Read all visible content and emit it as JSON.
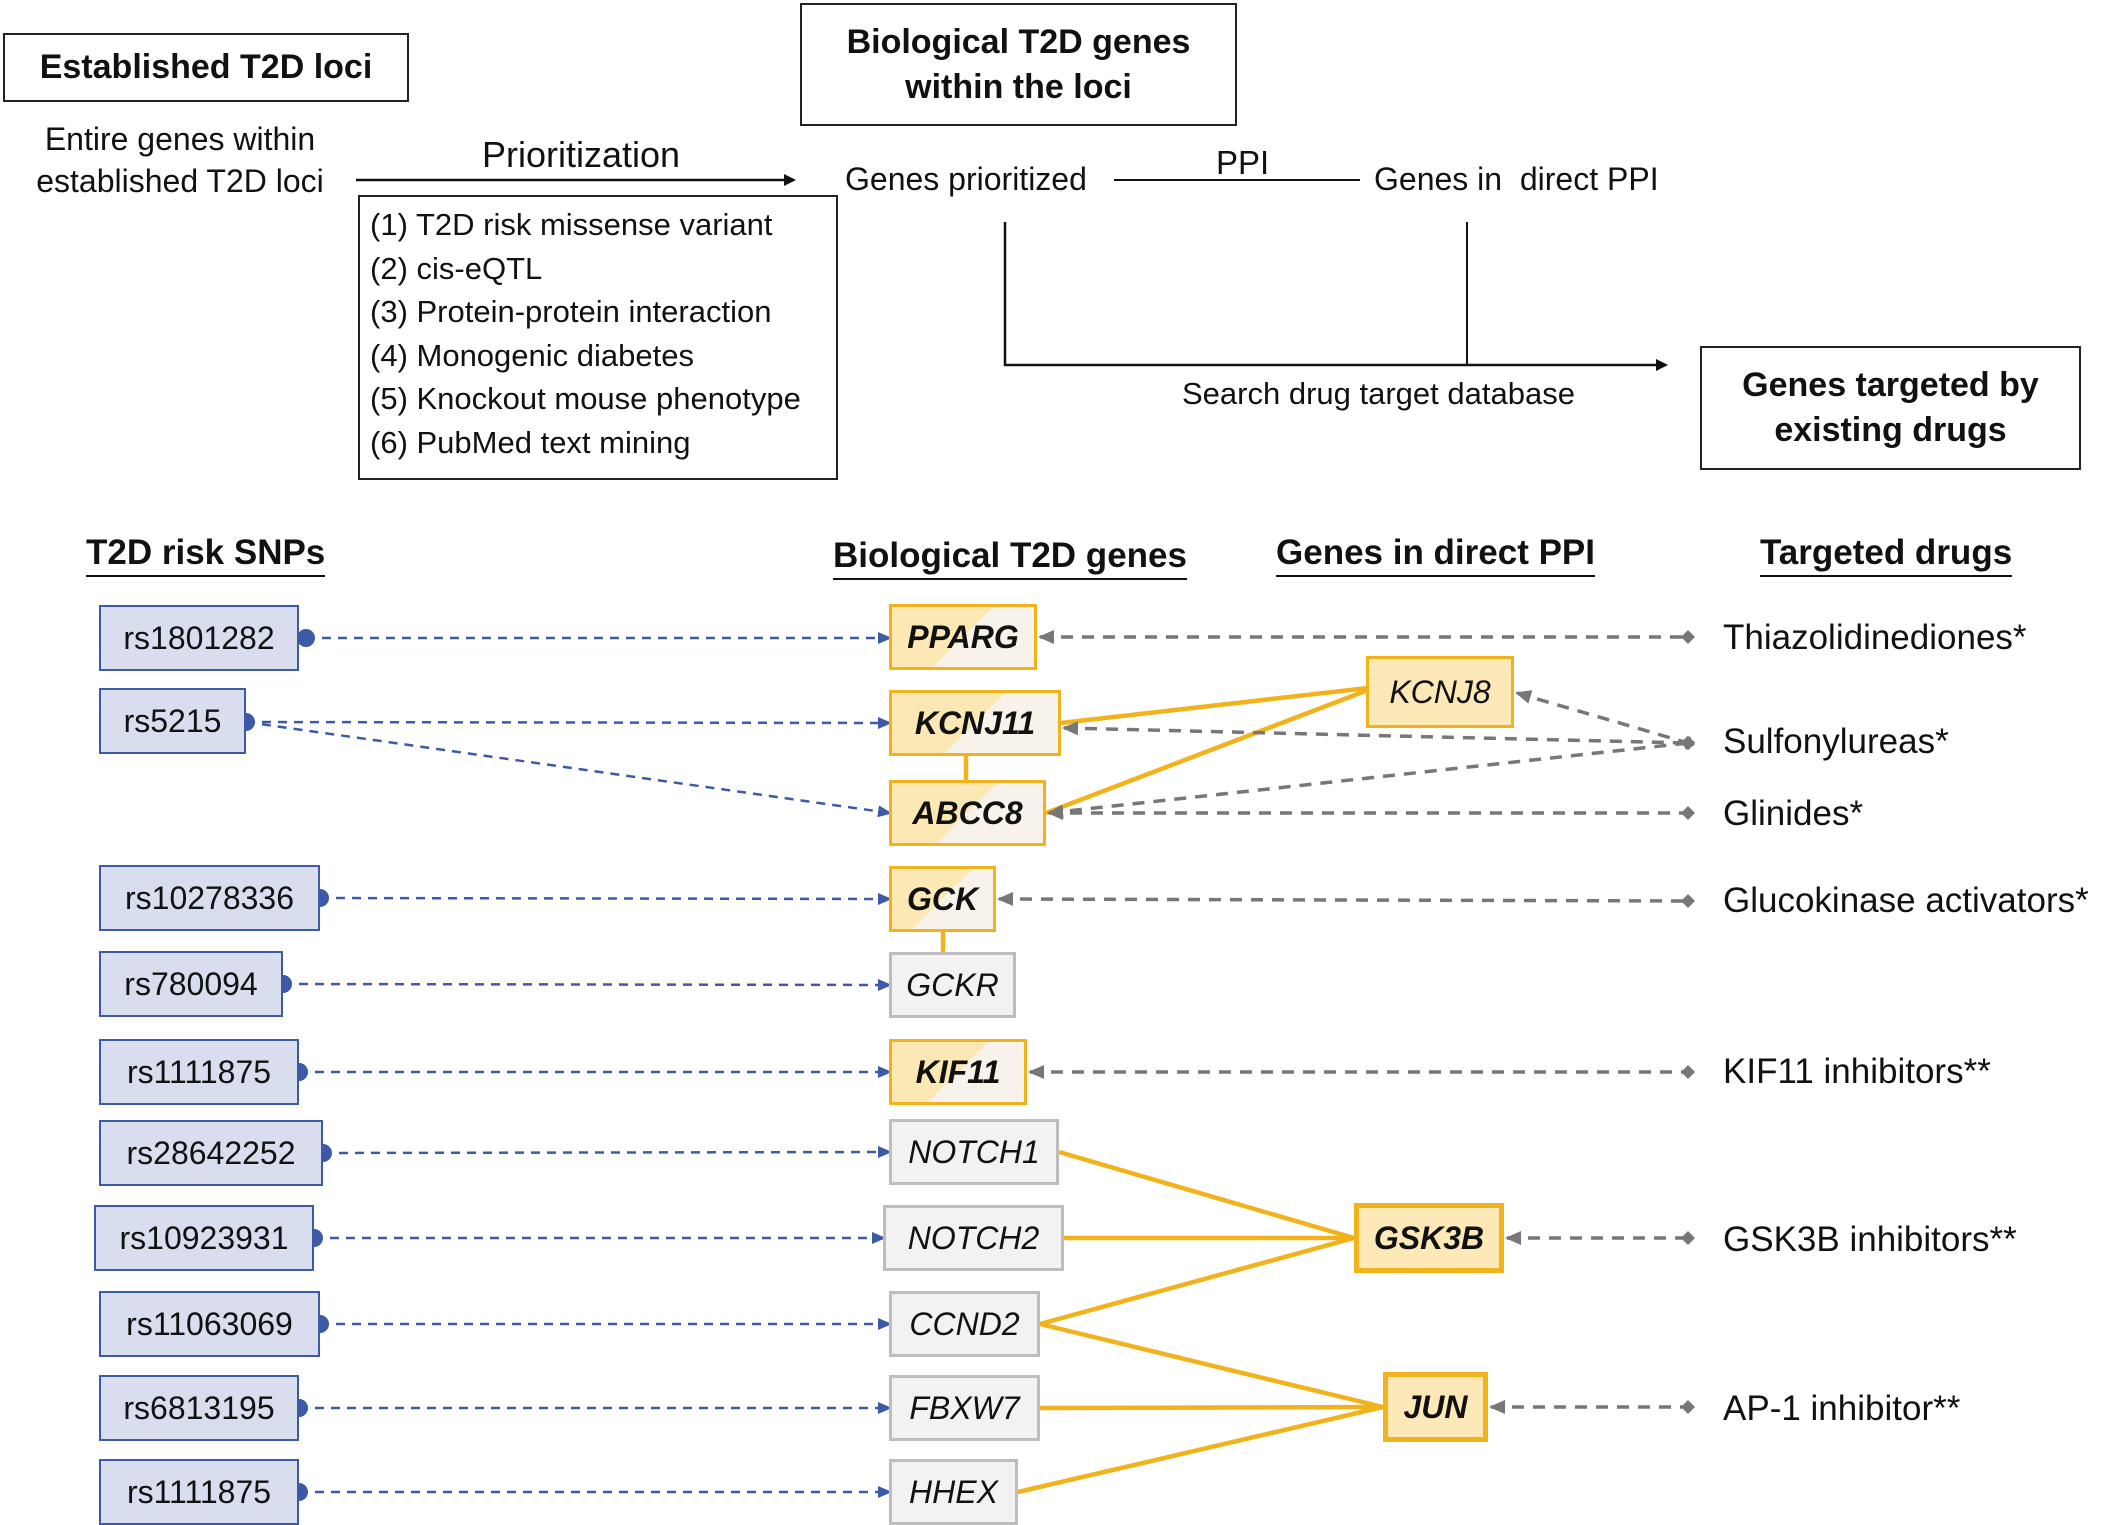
{
  "top": {
    "established_title": "Established T2D loci",
    "entire_genes": [
      "Entire genes within",
      "established T2D loci"
    ],
    "prioritization_label": "Prioritization",
    "criteria": [
      "(1) T2D risk missense variant",
      "(2) cis-eQTL",
      "(3) Protein-protein interaction",
      "(4) Monogenic diabetes",
      "(5) Knockout mouse phenotype",
      "(6) PubMed text mining"
    ],
    "biological_title": [
      "Biological T2D genes",
      "within the loci"
    ],
    "genes_prioritized": "Genes prioritized",
    "ppi_label": "PPI",
    "genes_direct_ppi": "Genes in  direct PPI",
    "search_label": "Search drug target database",
    "targeted_title": [
      "Genes targeted by",
      "existing drugs"
    ]
  },
  "headers": {
    "snps": "T2D risk SNPs",
    "bio_genes": "Biological T2D genes",
    "direct_ppi": "Genes in direct PPI",
    "drugs": "Targeted drugs"
  },
  "snps": [
    "rs1801282",
    "rs5215",
    "rs10278336",
    "rs780094",
    "rs1111875",
    "rs28642252",
    "rs10923931",
    "rs11063069",
    "rs6813195",
    "rs1111875"
  ],
  "genes": [
    "PPARG",
    "KCNJ11",
    "ABCC8",
    "GCK",
    "GCKR",
    "KIF11",
    "NOTCH1",
    "NOTCH2",
    "CCND2",
    "FBXW7",
    "HHEX"
  ],
  "ppi_genes": [
    "KCNJ8",
    "GSK3B",
    "JUN"
  ],
  "drugs": [
    "Thiazolidinediones*",
    "Sulfonylureas*",
    "Glinides*",
    "Glucokinase activators*",
    "KIF11 inhibitors**",
    "GSK3B inhibitors**",
    "AP-1 inhibitor**"
  ],
  "colors": {
    "snp_link": "#3c5aa6",
    "ppi_link": "#f2b21c",
    "drug_link": "#777777"
  }
}
